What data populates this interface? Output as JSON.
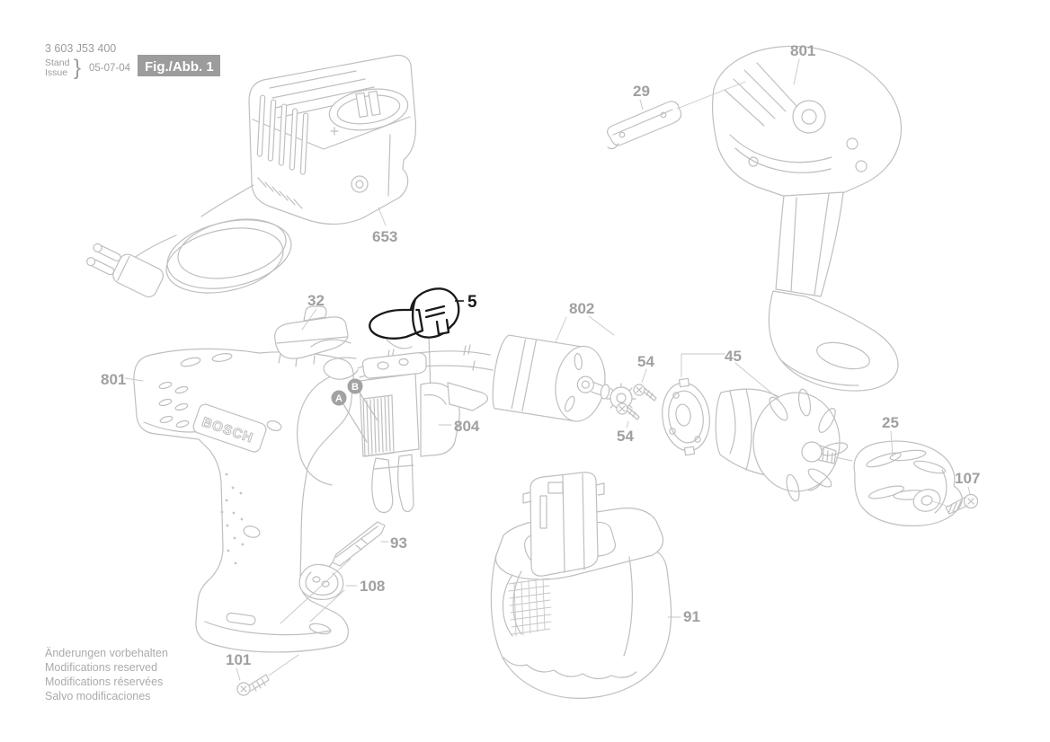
{
  "document": {
    "catalog_number": "3 603 J53 400",
    "stand_label": "Stand",
    "issue_label": "Issue",
    "brace": "}",
    "date": "05-07-04",
    "figure_label": "Fig./Abb. 1"
  },
  "brand_logo": "BOSCH",
  "parts": {
    "charger": "653",
    "housing_top": "801",
    "contact_strip": "29",
    "housing_left": "801",
    "slide_button": "32",
    "direction_lever": "5",
    "motor": "802",
    "motor_screw_upper": "54",
    "motor_screw_lower": "54",
    "gear_assembly": "45",
    "chuck": "25",
    "chuck_screw": "107",
    "switch_module": "804",
    "screwdriver_bit": "93",
    "bit_holder": "108",
    "housing_screw": "101",
    "battery_pack": "91"
  },
  "callouts": {
    "a": "A",
    "b": "B"
  },
  "footer": {
    "lines": [
      "Änderungen vorbehalten",
      "Modifications reserved",
      "Modifications réservées",
      "Salvo modificaciones"
    ]
  },
  "colors": {
    "artwork_line": "#bfbfbf",
    "label_text": "#a0a0a0",
    "highlight": "#1a1a1a",
    "badge_background": "#9c9c9c",
    "badge_text": "#ffffff"
  }
}
